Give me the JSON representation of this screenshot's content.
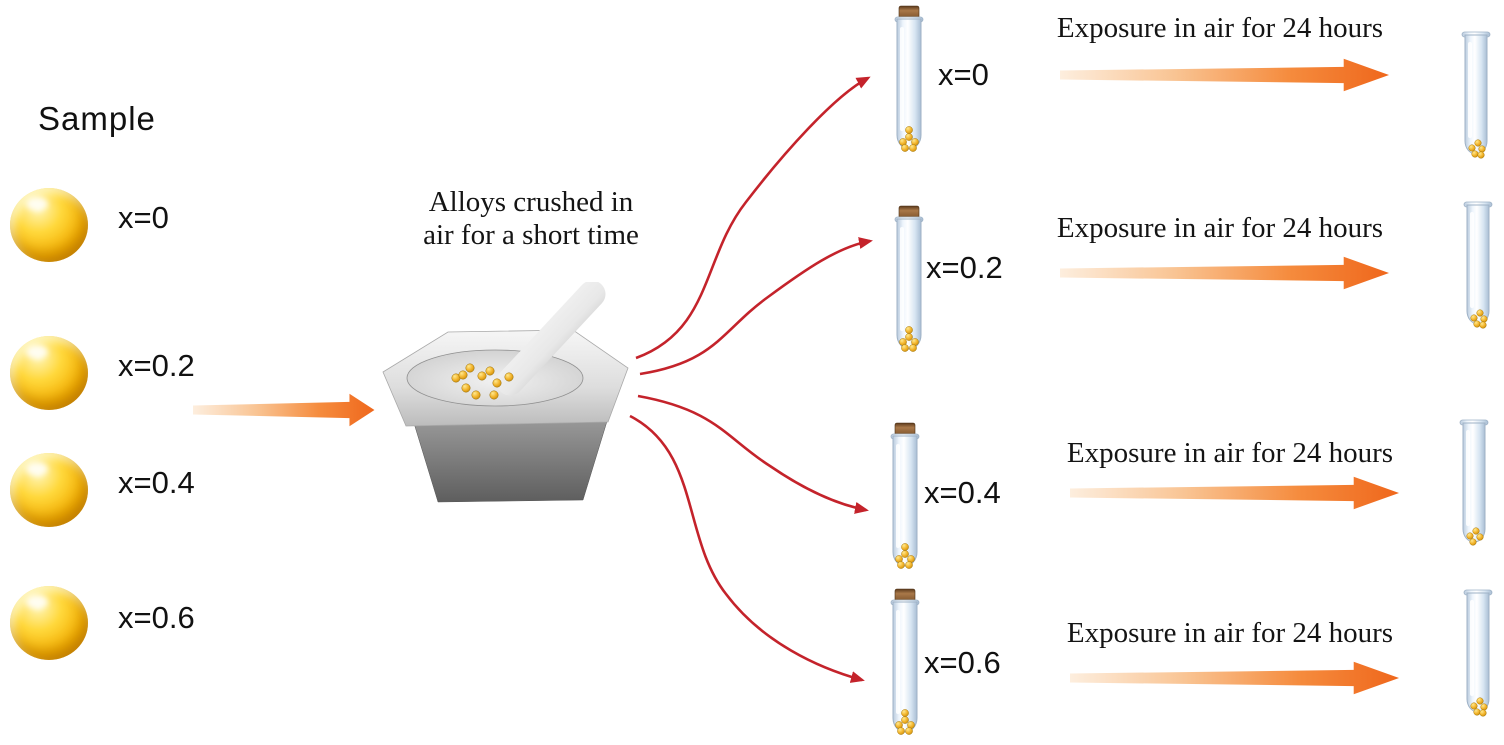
{
  "colors": {
    "arrow_orange": "#ef671c",
    "arrow_red": "#c4232b",
    "sphere_gold": "#f3ae00",
    "cork_brown": "#8a5a33",
    "glass_blue": "#d7e5f2",
    "mortar_grey": "#c9c9c9"
  },
  "sample_section": {
    "title": "Sample",
    "items": [
      {
        "label": "x=0"
      },
      {
        "label": "x=0.2"
      },
      {
        "label": "x=0.4"
      },
      {
        "label": "x=0.6"
      }
    ]
  },
  "mortar": {
    "caption_line1": "Alloys crushed in",
    "caption_line2": "air for a short time"
  },
  "rows": [
    {
      "tube_label": "x=0",
      "exposure_label": "Exposure in air for 24 hours"
    },
    {
      "tube_label": "x=0.2",
      "exposure_label": "Exposure in air for 24 hours"
    },
    {
      "tube_label": "x=0.4",
      "exposure_label": "Exposure in air for 24 hours"
    },
    {
      "tube_label": "x=0.6",
      "exposure_label": "Exposure in air for 24 hours"
    }
  ],
  "icons": {
    "alloy_sphere": "gold-ball",
    "mortar": "mortar-and-pestle",
    "test_tube": "corked-test-tube",
    "process_arrow": "orange-gradient-arrow",
    "distribution_arrow": "red-curved-arrow"
  }
}
